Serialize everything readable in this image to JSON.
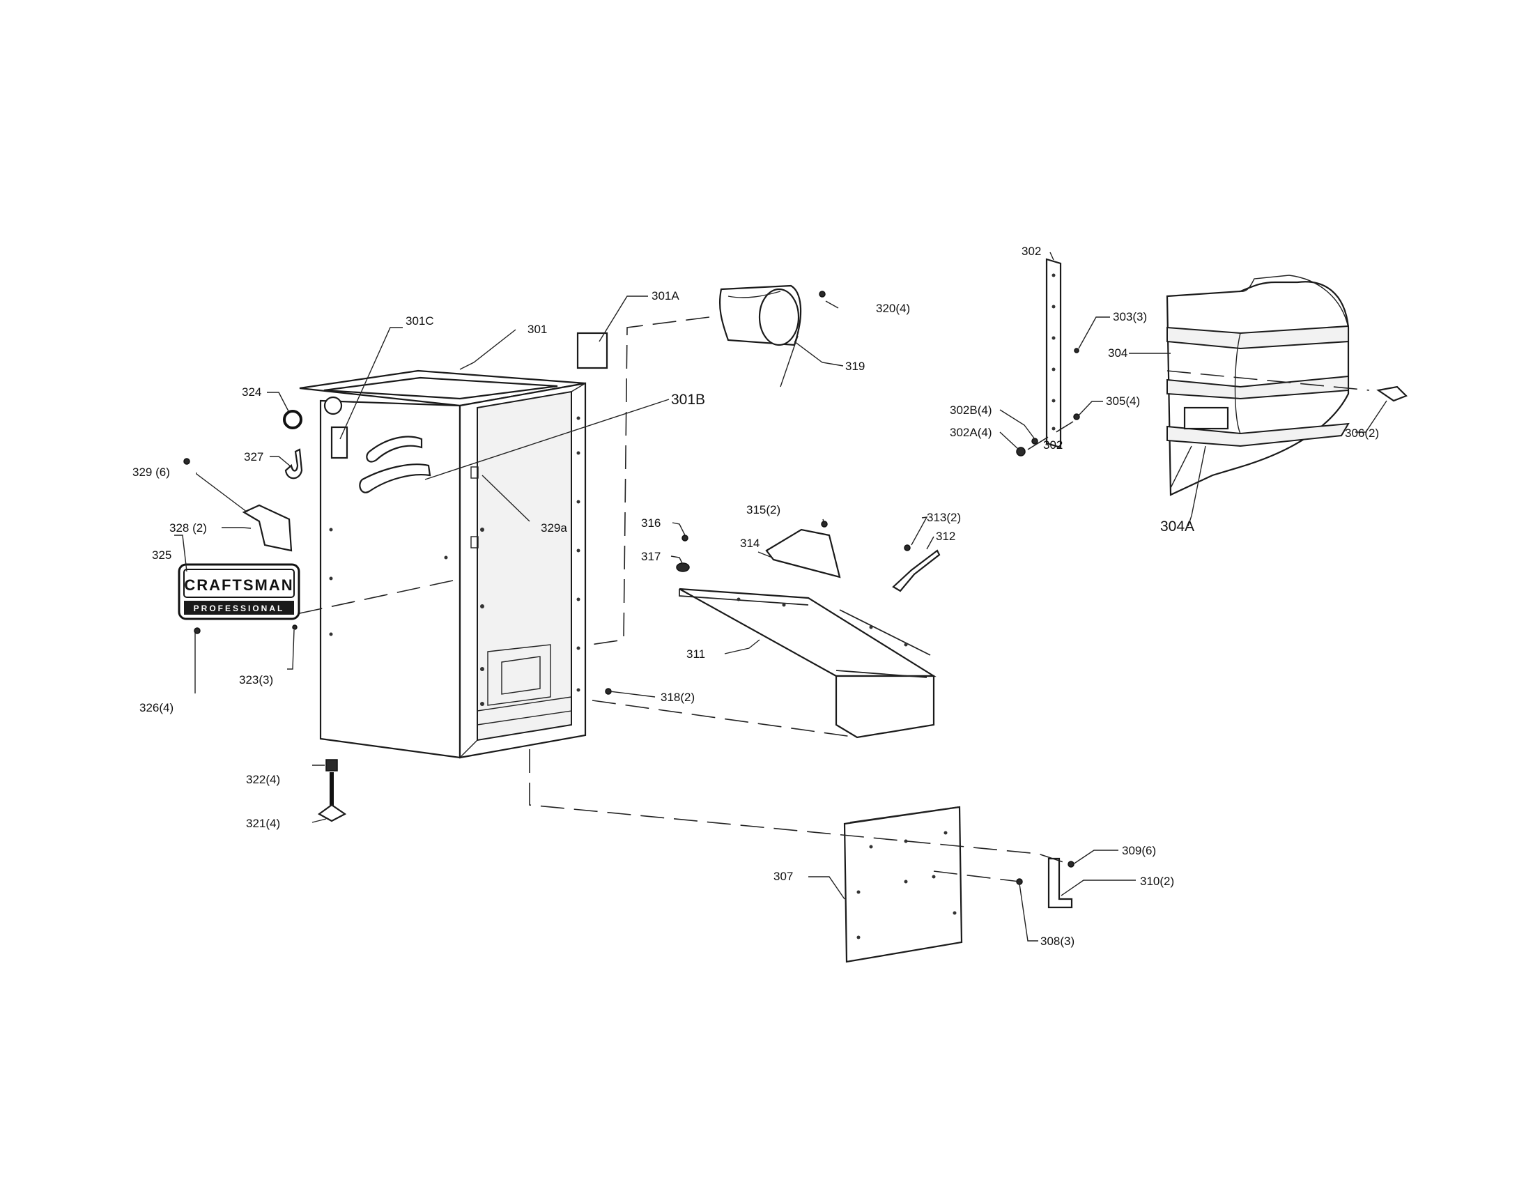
{
  "labels": {
    "p301": "301",
    "p301A": "301A",
    "p301B": "301B",
    "p301C": "301C",
    "p302": "302",
    "p302_mark": "302",
    "p302A": "302A(4)",
    "p302B": "302B(4)",
    "p303": "303(3)",
    "p304": "304",
    "p304A": "304A",
    "p305": "305(4)",
    "p306": "306(2)",
    "p307": "307",
    "p308": "308(3)",
    "p309": "309(6)",
    "p310": "310(2)",
    "p311": "311",
    "p312": "312",
    "p313": "313(2)",
    "p314": "314",
    "p315": "315(2)",
    "p316": "316",
    "p317": "317",
    "p318": "318(2)",
    "p319": "319",
    "p320": "320(4)",
    "p321": "321(4)",
    "p322": "322(4)",
    "p323": "323(3)",
    "p324": "324",
    "p325": "325",
    "p326": "326(4)",
    "p327": "327",
    "p328": "328 (2)",
    "p329": "329 (6)",
    "p329a": "329a"
  },
  "logo": {
    "brand": "CRAFTSMAN",
    "tagline": "PROFESSIONAL"
  }
}
